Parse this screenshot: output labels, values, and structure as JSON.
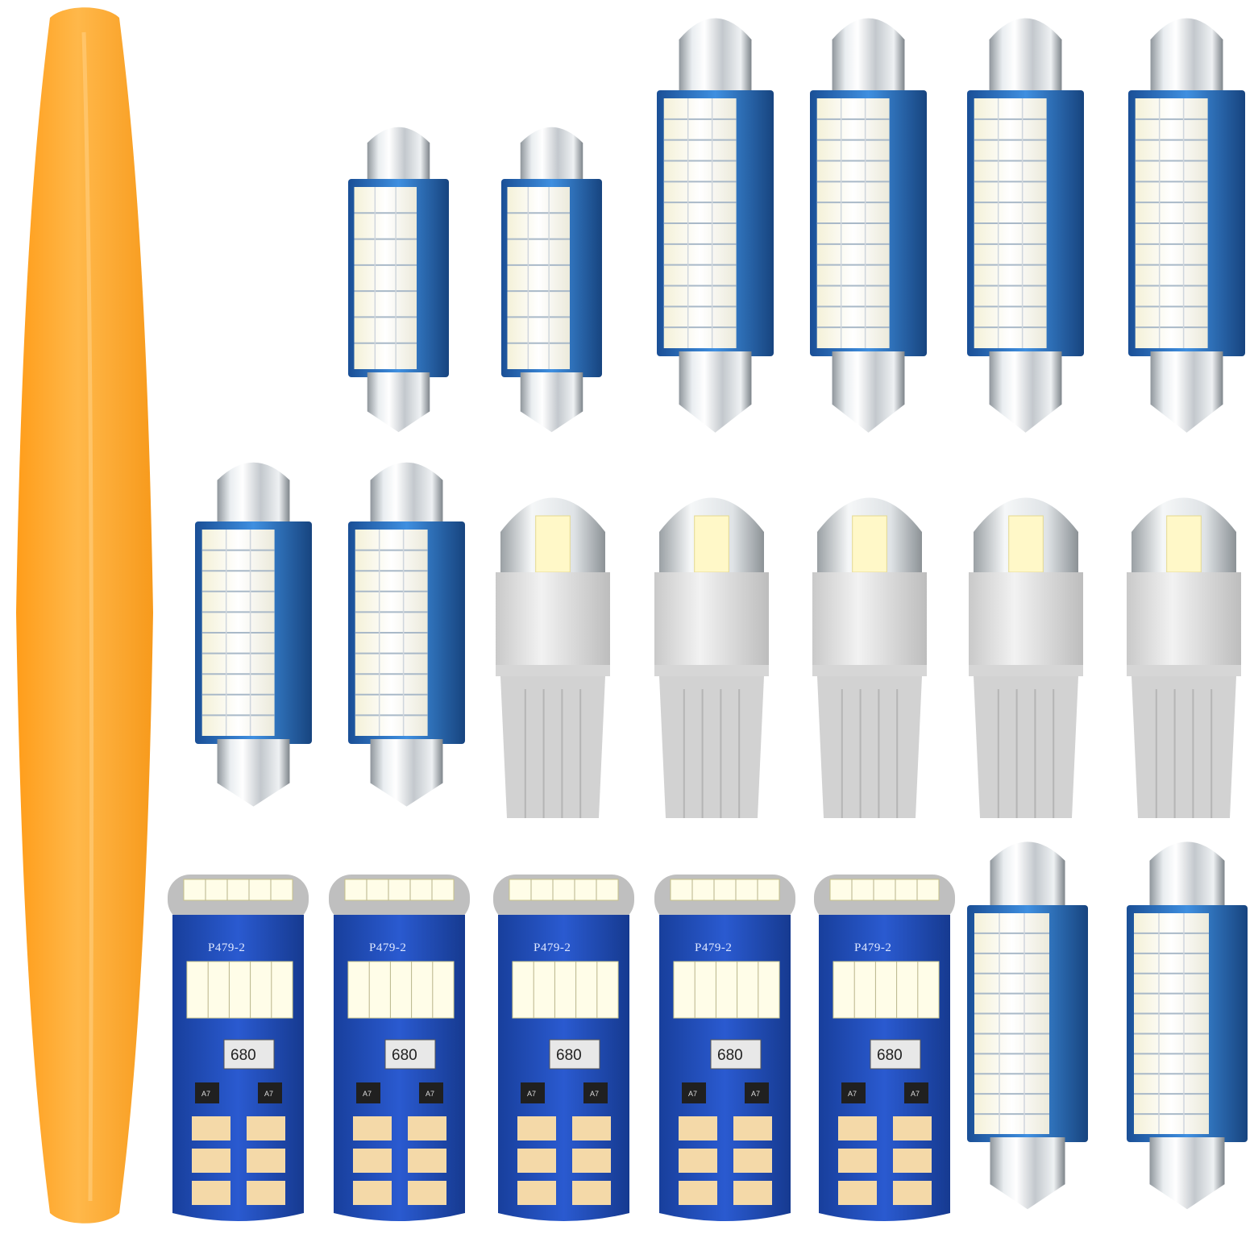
{
  "scene": {
    "subject": "car interior led bulb kit",
    "background": "#ffffff",
    "tool_color": "#ffb13b"
  },
  "groups": {
    "festoon_short": {
      "count": 4,
      "color_blue": "#2a6fbd",
      "color_led": "#fffbea"
    },
    "festoon_long": {
      "count": 6,
      "color_blue": "#2a6fbd",
      "color_led": "#fffbea"
    },
    "t10_wedge": {
      "count": 5,
      "color_body": "#e6e6e6"
    },
    "canbus_t10": {
      "count": 5,
      "color_pcb": "#1f4bb8",
      "board_label": "P479-2",
      "resistor_label": "680",
      "chip_label": "A7"
    }
  }
}
